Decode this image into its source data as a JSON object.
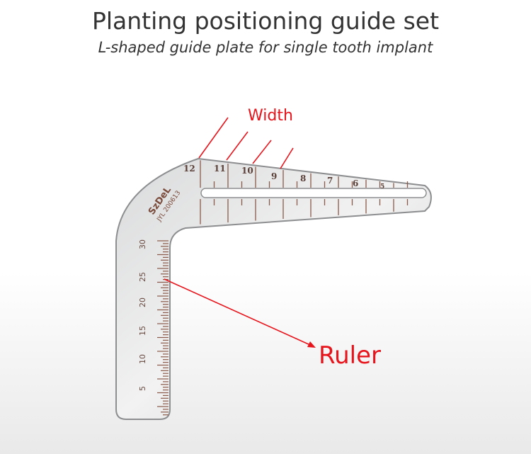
{
  "title": "Planting positioning guide set",
  "subtitle": "L-shaped guide plate for single tooth implant",
  "labels": {
    "width": "Width",
    "ruler": "Ruler"
  },
  "width_scale": [
    "12",
    "11",
    "10",
    "9",
    "8",
    "7",
    "6",
    "5"
  ],
  "ruler_scale": [
    "30",
    "25",
    "20",
    "15",
    "10",
    "5"
  ],
  "brand": "SzDeL",
  "model": "JYL 200613",
  "colors": {
    "annotation": "#e8141b"
  }
}
